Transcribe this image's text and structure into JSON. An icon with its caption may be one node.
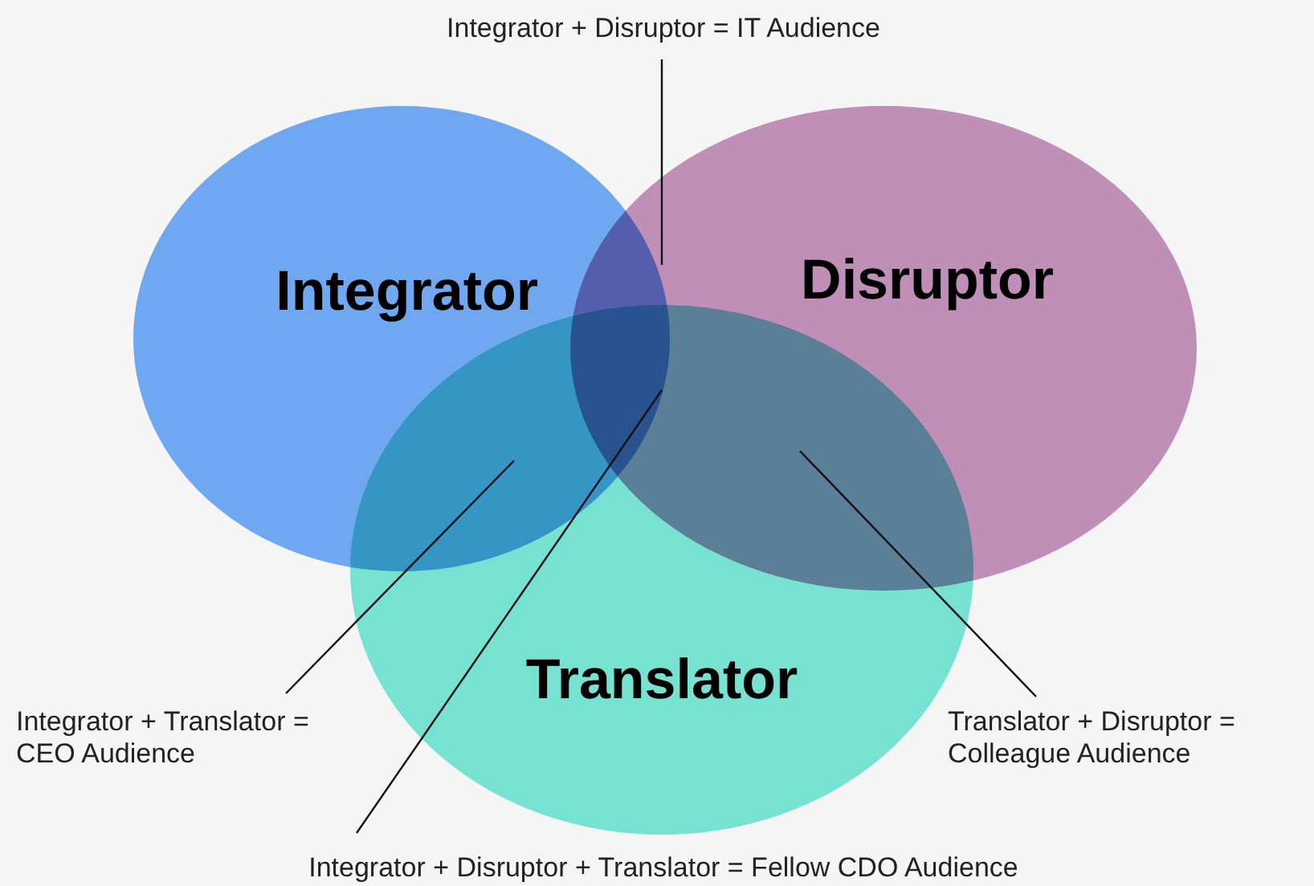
{
  "diagram": {
    "nodes": [
      {
        "text": [
          "Integrator"
        ]
      },
      {
        "text": [
          "Disruptor"
        ]
      },
      {
        "text": [
          "Translator"
        ]
      },
      {
        "text": [
          "Integrator + Disruptor = IT Audience"
        ]
      },
      {
        "text": [
          "Integrator + Translator = CEO Audience"
        ]
      },
      {
        "text": [
          "Translator + Disruptor = Colleague Audience"
        ]
      },
      {
        "text": [
          "Integrator + Disruptor + Translator = Fellow CDO Audience"
        ]
      }
    ],
    "edges": [
      {
        "from": 3,
        "to": 1,
        "arrow": "none"
      },
      {
        "from": 4,
        "to": 0,
        "arrow": "none"
      },
      {
        "from": 6,
        "to": 0,
        "arrow": "none"
      },
      {
        "from": 5,
        "to": 1,
        "arrow": "none"
      }
    ]
  }
}
